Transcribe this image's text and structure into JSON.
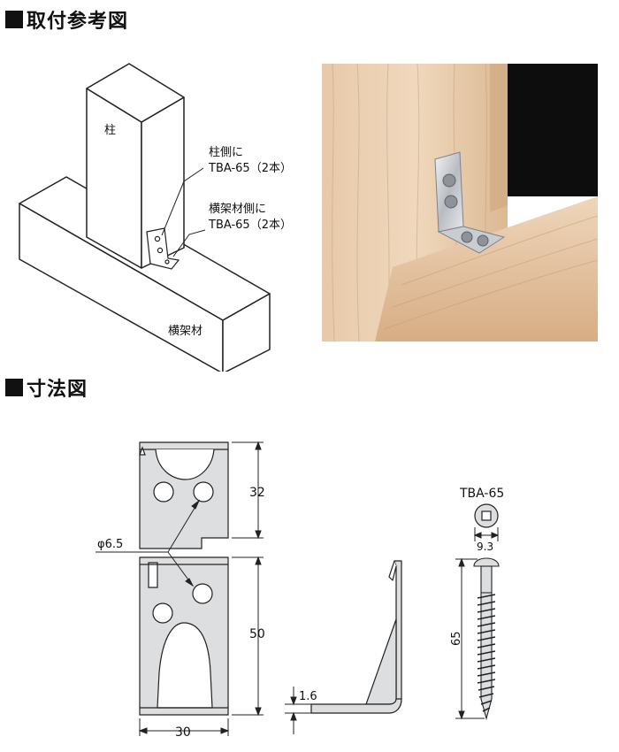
{
  "section_install": {
    "title": "取付参考図",
    "labels": {
      "post": "柱",
      "post_side_line1": "柱側に",
      "post_side_line2": "TBA-65（2本）",
      "beam_side_line1": "横架材側に",
      "beam_side_line2": "TBA-65（2本）",
      "beam": "横架材"
    }
  },
  "section_dimensions": {
    "title": "寸法図",
    "bracket": {
      "hole_diameter": "φ6.5",
      "upper_height": "32",
      "lower_height": "50",
      "width": "30",
      "thickness": "1.6"
    },
    "screw": {
      "model": "TBA-65",
      "head_diameter": "9.3",
      "length": "65"
    }
  },
  "colors": {
    "metal": "#dcdee0",
    "wood_light": "#e9cdb0",
    "wood_mid": "#d9b48f",
    "dark_background": "#0d0d0d"
  }
}
